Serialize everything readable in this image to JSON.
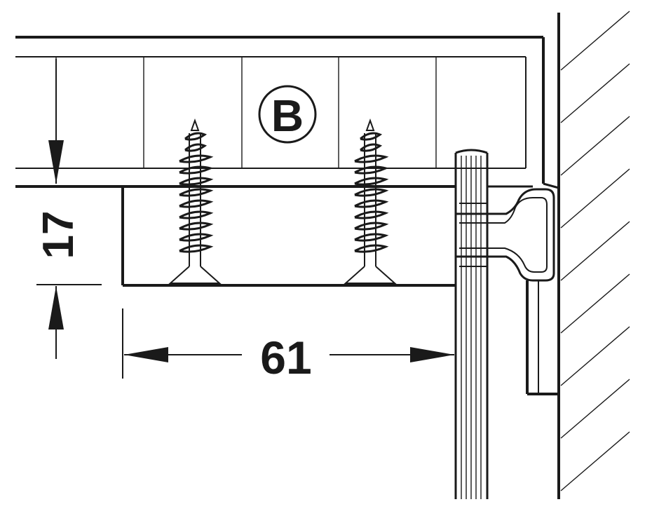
{
  "callout": {
    "letter": "B"
  },
  "dimensions": {
    "height": "17",
    "width": "61"
  },
  "colors": {
    "ink": "#1a1a1a",
    "paper": "#ffffff"
  },
  "components": [
    "wall-hatch-icon",
    "cabinet-top-panel",
    "mounting-block",
    "wood-screw-icon",
    "door-edge",
    "hinge-bracket-icon"
  ]
}
